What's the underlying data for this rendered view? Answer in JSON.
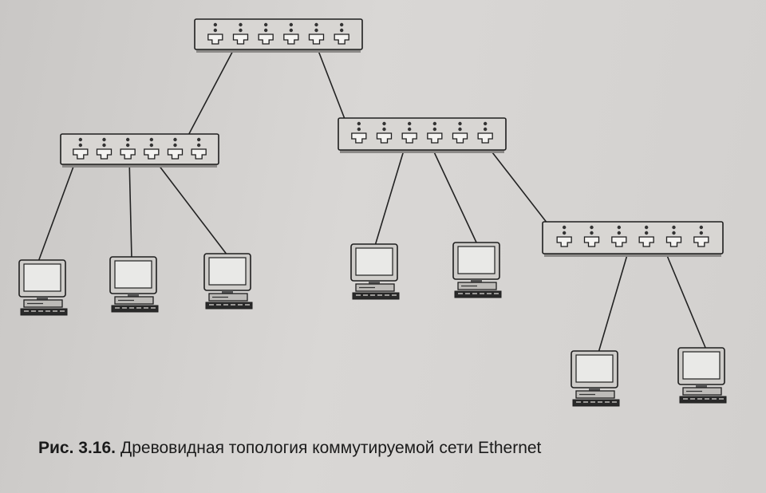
{
  "figure": {
    "number": "Рис. 3.16.",
    "caption": "Древовидная топология коммутируемой сети Ethernet"
  },
  "diagram": {
    "nodes": [
      {
        "id": "switch-root",
        "kind": "switch",
        "ports": 6
      },
      {
        "id": "switch-left",
        "kind": "switch",
        "ports": 6
      },
      {
        "id": "switch-middle",
        "kind": "switch",
        "ports": 6
      },
      {
        "id": "switch-right",
        "kind": "switch",
        "ports": 6
      },
      {
        "id": "pc-1",
        "kind": "computer"
      },
      {
        "id": "pc-2",
        "kind": "computer"
      },
      {
        "id": "pc-3",
        "kind": "computer"
      },
      {
        "id": "pc-4",
        "kind": "computer"
      },
      {
        "id": "pc-5",
        "kind": "computer"
      },
      {
        "id": "pc-6",
        "kind": "computer"
      },
      {
        "id": "pc-7",
        "kind": "computer"
      }
    ],
    "links": [
      {
        "from": "switch-root",
        "to": "switch-left"
      },
      {
        "from": "switch-root",
        "to": "switch-middle"
      },
      {
        "from": "switch-left",
        "to": "pc-1"
      },
      {
        "from": "switch-left",
        "to": "pc-2"
      },
      {
        "from": "switch-left",
        "to": "pc-3"
      },
      {
        "from": "switch-middle",
        "to": "pc-4"
      },
      {
        "from": "switch-middle",
        "to": "pc-5"
      },
      {
        "from": "switch-middle",
        "to": "switch-right"
      },
      {
        "from": "switch-right",
        "to": "pc-6"
      },
      {
        "from": "switch-right",
        "to": "pc-7"
      }
    ]
  },
  "colors": {
    "switch_body": "#d8d6d3",
    "outline": "#1e1e1e",
    "screen": "#e9e9e7",
    "link": "#222222"
  }
}
